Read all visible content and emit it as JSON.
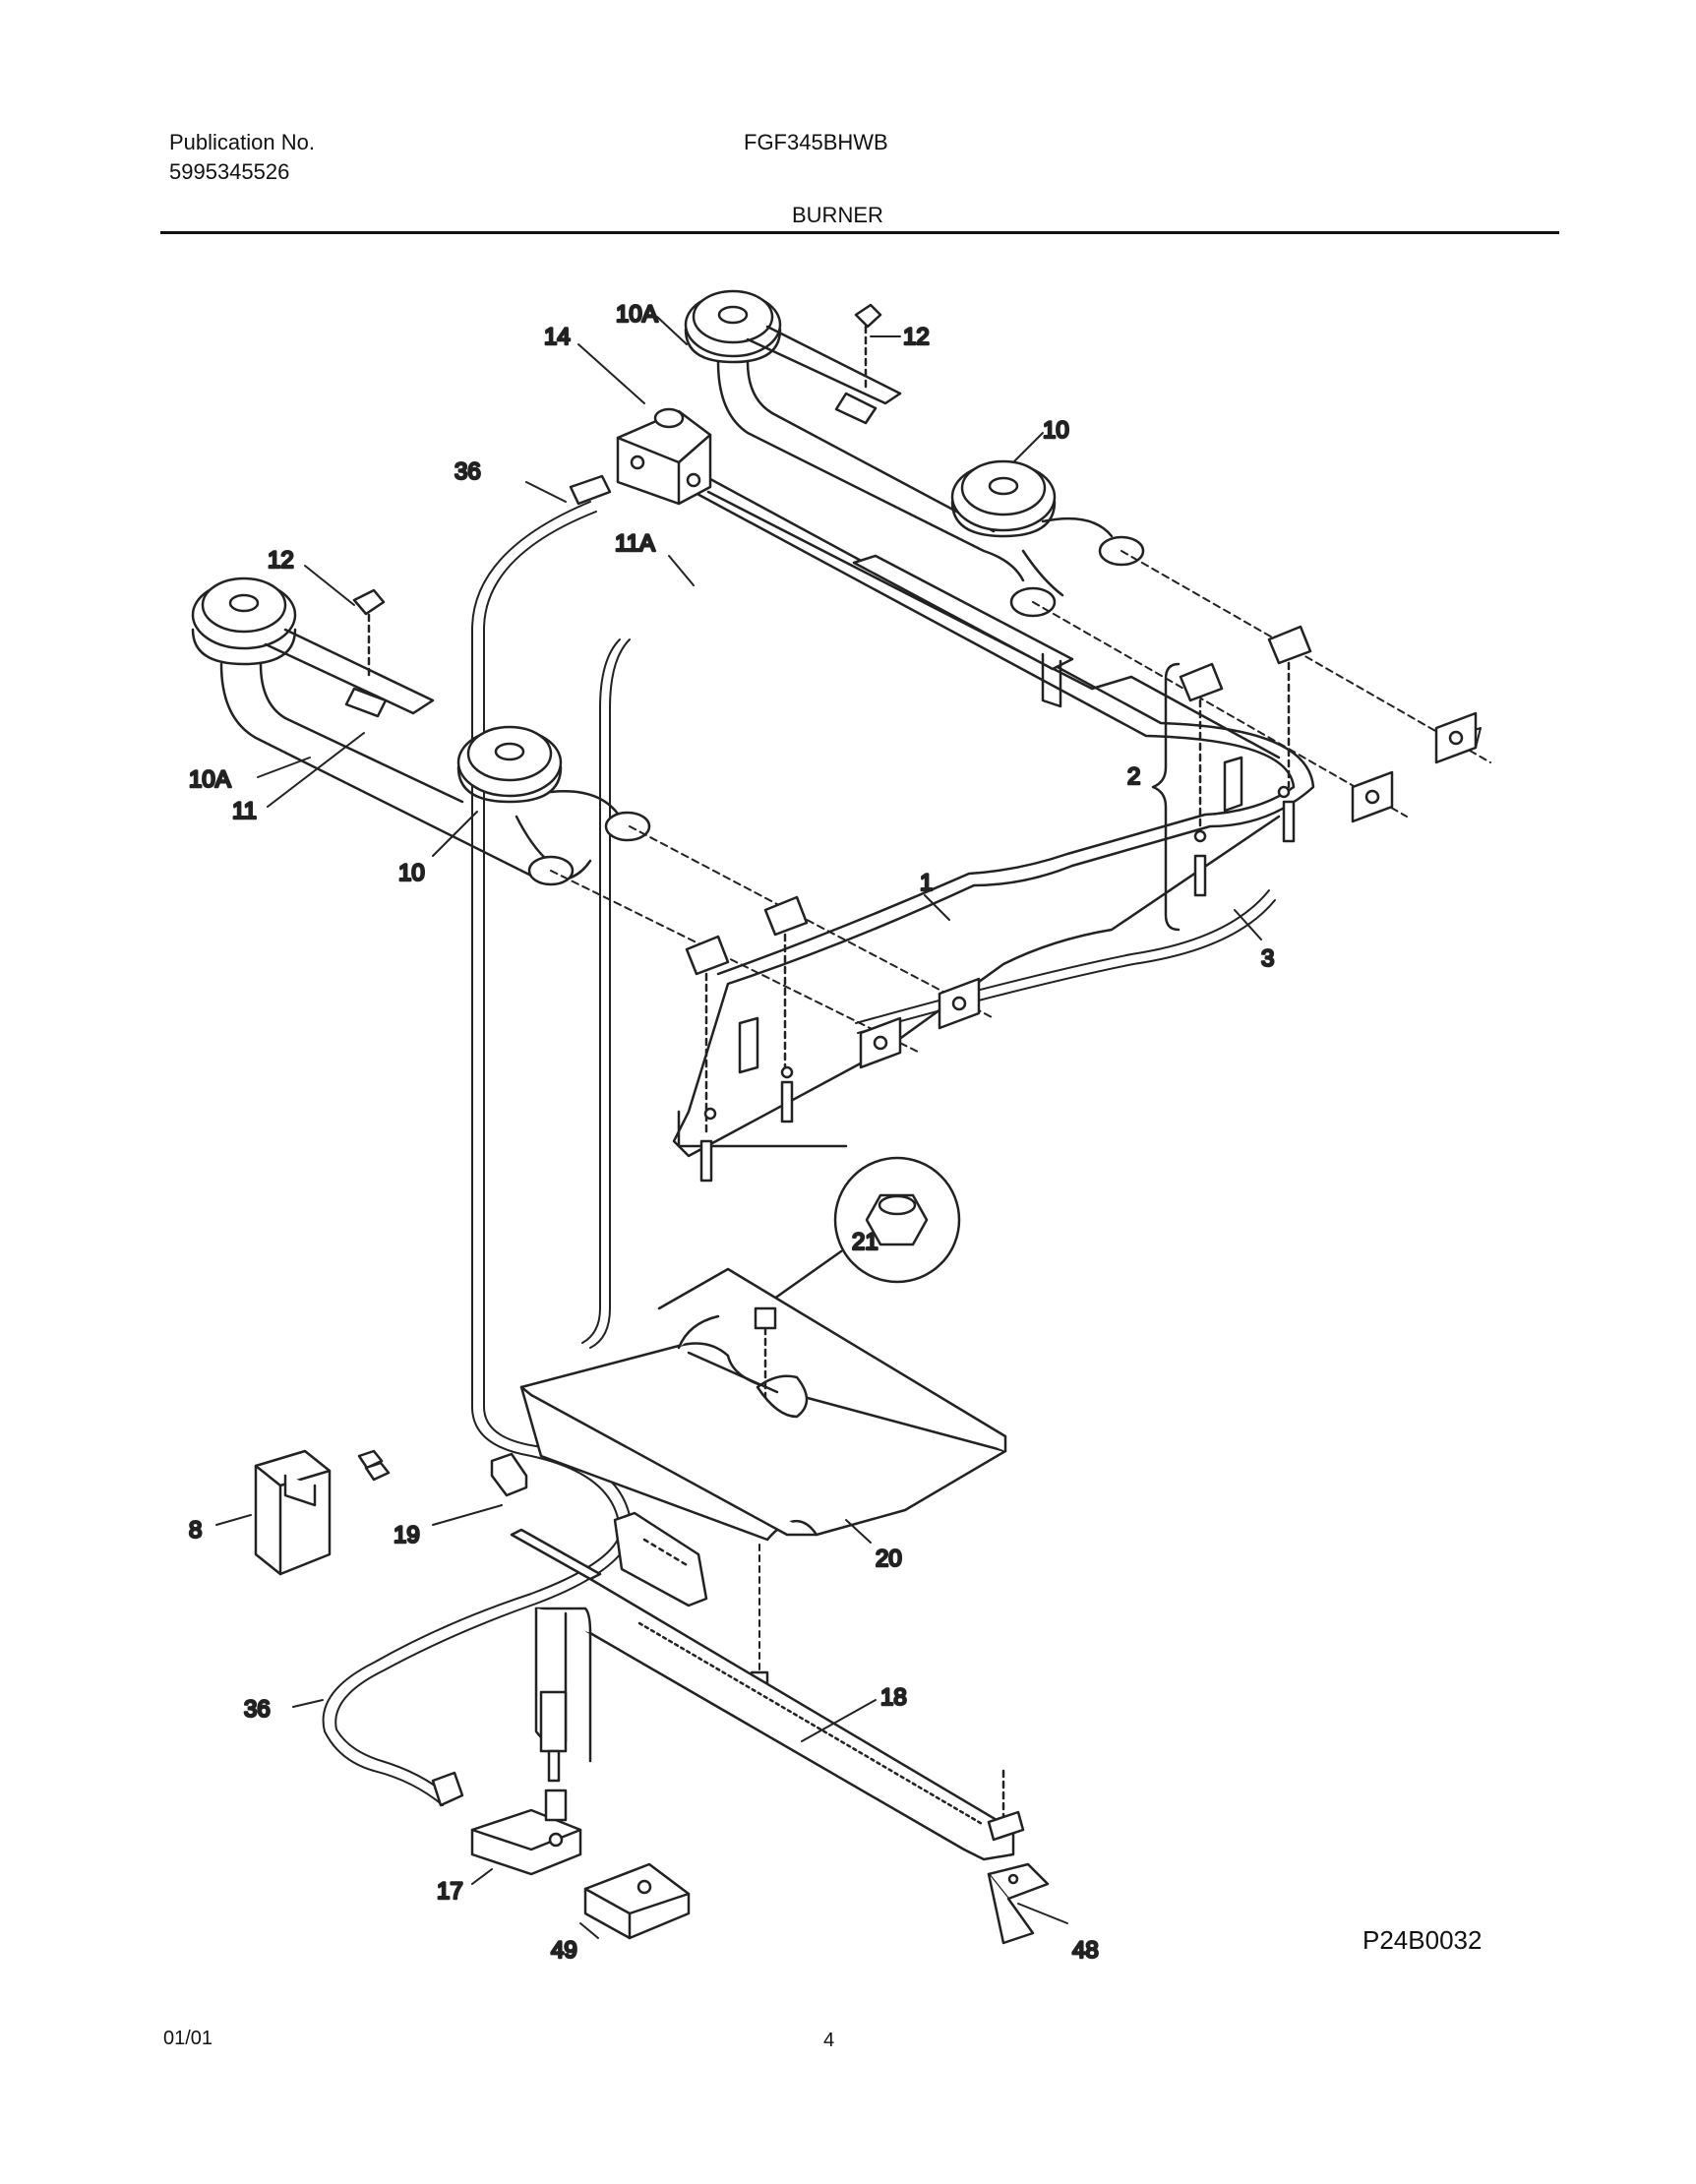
{
  "header": {
    "publication_label": "Publication No.",
    "publication_number": "5995345526",
    "model": "FGF345BHWB",
    "section": "BURNER"
  },
  "diagram": {
    "callouts": {
      "c10a_top": "10A",
      "c12_top": "12",
      "c14": "14",
      "c10_top": "10",
      "c36_top": "36",
      "c11a": "11A",
      "c12_left": "12",
      "c10a_left": "10A",
      "c11": "11",
      "c10_left": "10",
      "c2": "2",
      "c1": "1",
      "c3": "3",
      "c21": "21",
      "c20": "20",
      "c8": "8",
      "c19": "19",
      "c36_bottom": "36",
      "c18": "18",
      "c17": "17",
      "c49": "49",
      "c48": "48"
    },
    "figure_code": "P24B0032"
  },
  "footer": {
    "date": "01/01",
    "page_number": "4"
  }
}
